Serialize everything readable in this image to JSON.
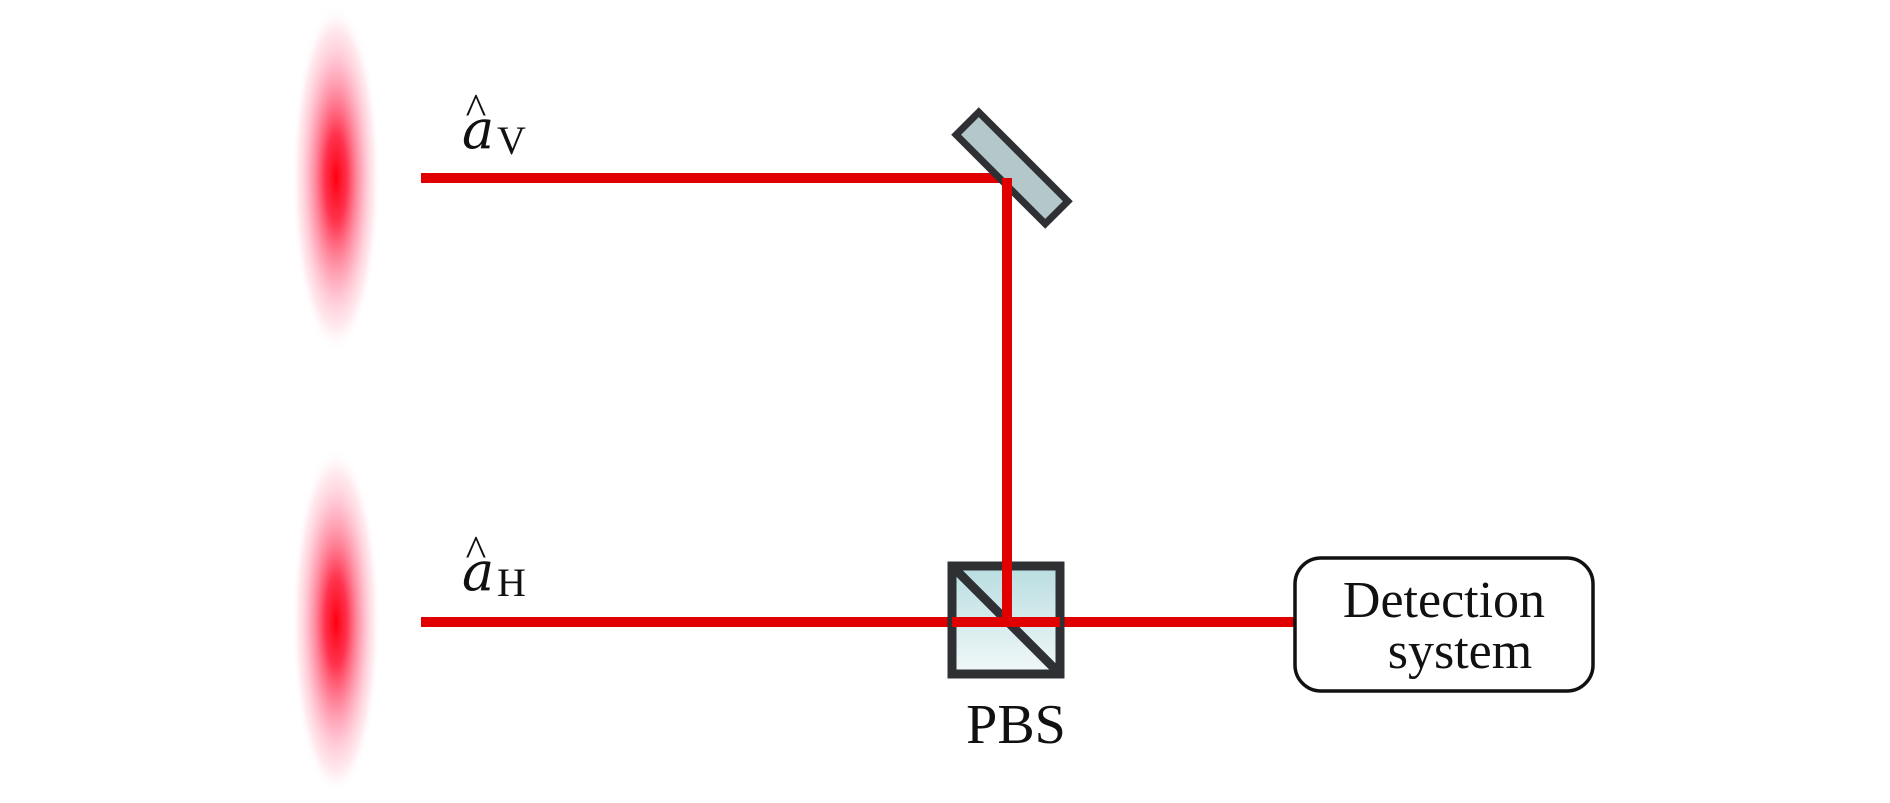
{
  "beams": {
    "vertical": {
      "symbol": "a",
      "hat": "^",
      "subscript": "V"
    },
    "horizontal": {
      "symbol": "a",
      "hat": "^",
      "subscript": "H"
    }
  },
  "components": {
    "pbs_label": "PBS",
    "detector_line1": "Detection",
    "detector_line2": "system"
  },
  "colors": {
    "beam": "#e00000",
    "source_glow": "#ff0010",
    "component_outline": "#2e3033",
    "mirror_fill": "#b4c8cb",
    "pbs_fill_top": "#b8dde0",
    "pbs_fill_bottom": "#f2f8f9",
    "detector_outline": "#111111"
  }
}
